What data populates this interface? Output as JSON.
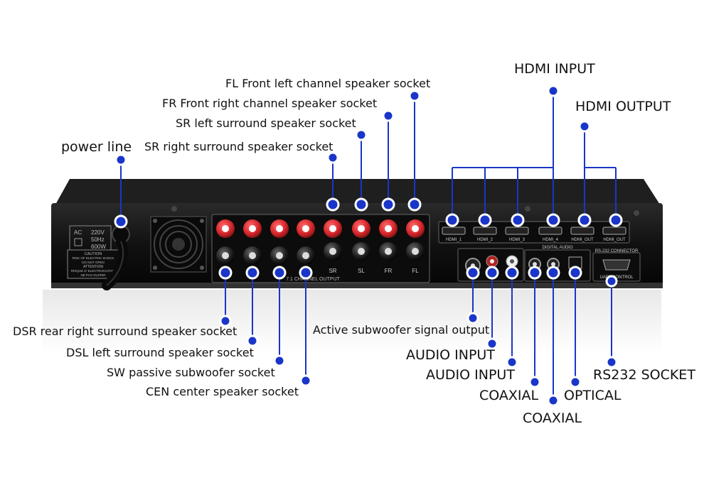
{
  "device": {
    "power_plate": {
      "line1": "AC",
      "line2": "220V",
      "line3": "50Hz",
      "line4": "600W"
    },
    "caution": {
      "line1": "CAUTION",
      "line2": "RISK OF ELECTRIC SHOCK",
      "line3": "DO NOT OPEN",
      "line4": "ATTENTION",
      "line5": "RISQUE D' ELECTROCUTION",
      "line6": "NE PAS OUVRIR"
    },
    "speaker_channels": {
      "sr": "SR",
      "sl": "SL",
      "fr": "FR",
      "fl": "FL"
    },
    "speaker_panel_title": "7.1 CHANNEL OUTPUT",
    "hdmi_ports": [
      "HDMI_1",
      "HDMI_2",
      "HDMI_3",
      "HDMI_4",
      "HDMI_OUT",
      "HDMI_OUT"
    ],
    "digital_audio_title": "DIGITAL AUDIO",
    "rs232_title": "RS-232 CONNECTOR",
    "rs232_sub": "UART CONTROL"
  },
  "labels": {
    "power_line": "power line",
    "fl": "FL Front left channel speaker socket",
    "fr": "FR Front right channel speaker socket",
    "sr_left": "SR left surround speaker socket",
    "sr_right": "SR right surround speaker socket",
    "hdmi_input": "HDMI INPUT",
    "hdmi_output": "HDMI OUTPUT",
    "dsr": "DSR rear right surround speaker socket",
    "dsl": "DSL left surround speaker socket",
    "sw": "SW passive subwoofer socket",
    "cen": "CEN center speaker socket",
    "active_sub": "Active subwoofer signal output",
    "audio_input_1": "AUDIO INPUT",
    "audio_input_2": "AUDIO INPUT",
    "coaxial_1": "COAXIAL",
    "coaxial_2": "COAXIAL",
    "optical": "OPTICAL",
    "rs232": "RS232 SOCKET"
  },
  "colors": {
    "accent": "#1a35c9",
    "chassis": "#141414",
    "terminal_red": "#d8282d"
  }
}
